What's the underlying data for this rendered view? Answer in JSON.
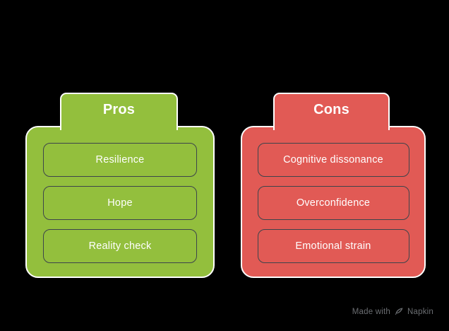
{
  "canvas": {
    "background": "#000000"
  },
  "panels": [
    {
      "title": "Pros",
      "fill": "#93BF3D",
      "items": [
        "Resilience",
        "Hope",
        "Reality check"
      ]
    },
    {
      "title": "Cons",
      "fill": "#E15A55",
      "items": [
        "Cognitive dissonance",
        "Overconfidence",
        "Emotional strain"
      ]
    }
  ],
  "style": {
    "item_border": "#3D444B",
    "text": "#FFFFFF",
    "outline": "#FFFFFF"
  },
  "watermark": {
    "prefix": "Made with",
    "brand": "Napkin",
    "icon": "feather-icon",
    "color": "#6B6E72"
  }
}
